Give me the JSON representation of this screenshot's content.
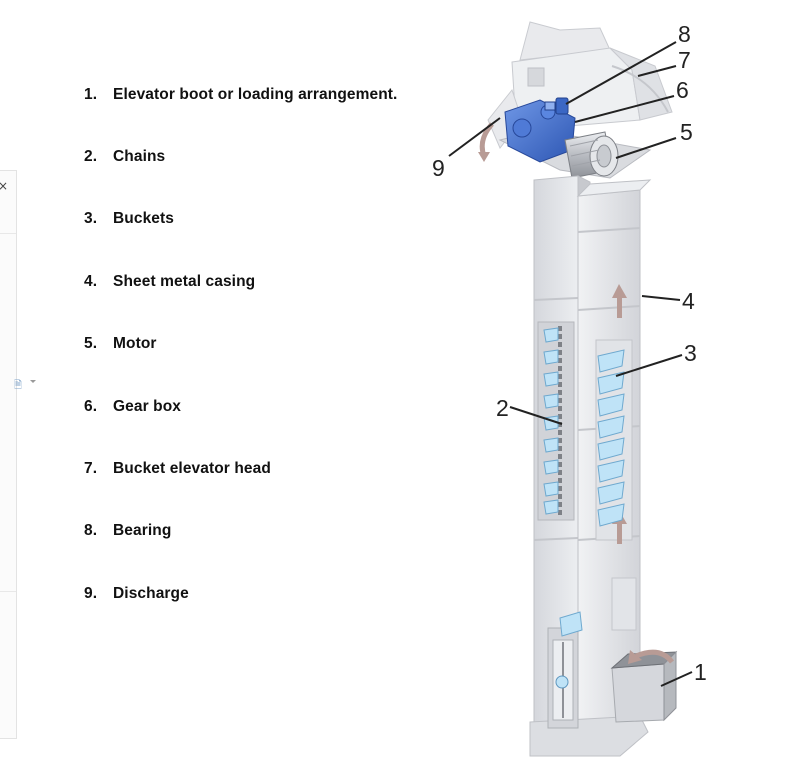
{
  "legend": [
    {
      "number": "1.",
      "label": "Elevator boot or loading arrangement."
    },
    {
      "number": "2.",
      "label": "Chains"
    },
    {
      "number": "3.",
      "label": "Buckets"
    },
    {
      "number": "4.",
      "label": "Sheet metal casing"
    },
    {
      "number": "5.",
      "label": "Motor"
    },
    {
      "number": "6.",
      "label": "Gear box"
    },
    {
      "number": "7.",
      "label": "Bucket elevator head"
    },
    {
      "number": "8.",
      "label": "Bearing"
    },
    {
      "number": "9.",
      "label": "Discharge"
    }
  ],
  "callouts": [
    "8",
    "7",
    "6",
    "5",
    "9",
    "4",
    "3",
    "2",
    "1"
  ],
  "edge_panel": {
    "close_glyph": "×"
  },
  "colors": {
    "casing": "#e6e7ea",
    "casing_shade": "#cfd1d6",
    "bucket": "#bfe3f7",
    "gearbox": "#3f6fd0",
    "motor": "#c9cbd0",
    "arrow": "#b89b95"
  }
}
